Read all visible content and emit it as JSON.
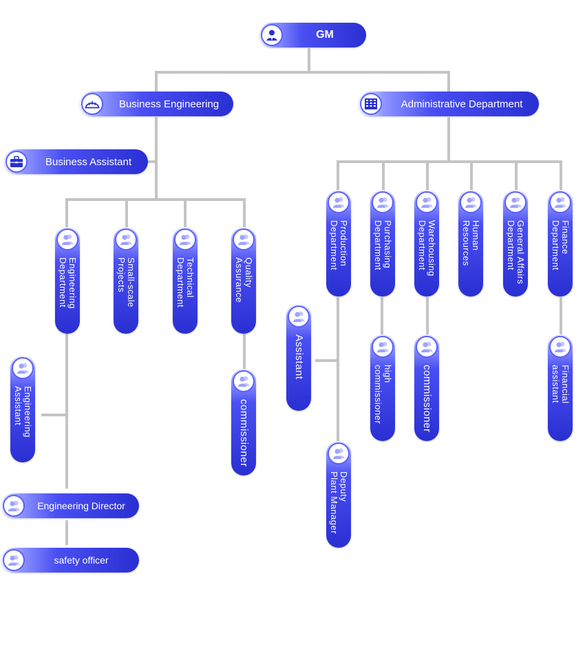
{
  "colors": {
    "accent": "#2a2fd2",
    "accent_light": "#8e95ff",
    "connector": "#c4c4c4"
  },
  "nodes": {
    "gm": "GM",
    "business_engineering": "Business Engineering",
    "administrative_department": "Administrative Department",
    "business_assistant": "Business Assistant",
    "engineering_department": "Engineering\nDepartment",
    "small_scale_projects": "Small-scale\nProjects",
    "technical_department": "Technical\nDepartment",
    "quality_assurance": "Quality\nAssurance",
    "qa_commissioner": "commissioner",
    "engineering_assistant": "Engineering\nAssistant",
    "engineering_director": "Engineering Director",
    "safety_officer": "safety officer",
    "production_department": "Production\nDepartment",
    "purchasing_department": "Purchasing\nDepartment",
    "warehousing_department": "Warehousing\nDepartment",
    "human_resources": "Human\nResources",
    "general_affairs_department": "General Affairs\nDepartment",
    "finance_department": "Finance\nDepartment",
    "assistant": "Assistant",
    "deputy_plant_manager": "Deputy\nPlant Manager",
    "high_commissioner": "high\ncommissioner",
    "warehousing_commissioner": "commissioner",
    "financial_assistant": "Financial\nassistant"
  },
  "icons": {
    "gm": "user-icon",
    "business_engineering": "hard-hat-icon",
    "administrative_department": "building-icon",
    "business_assistant": "briefcase-icon",
    "default": "people-icon"
  }
}
